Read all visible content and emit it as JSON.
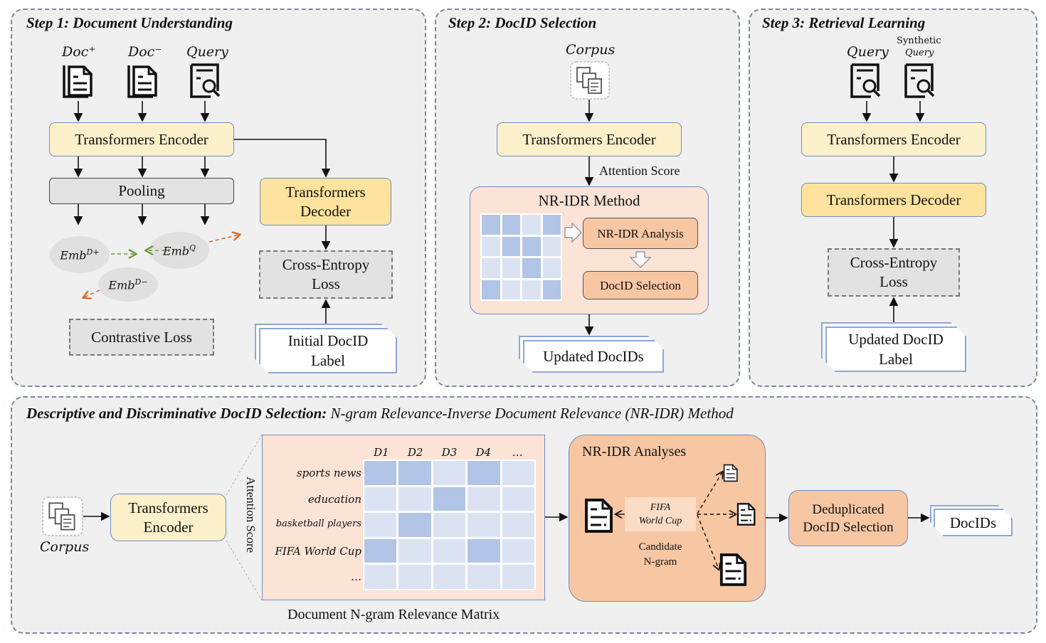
{
  "step1": {
    "title": "Step 1: Document Understanding",
    "inputs": [
      {
        "label": "Doc⁺",
        "icon": "document-icon"
      },
      {
        "label": "Doc⁻",
        "icon": "document-icon"
      },
      {
        "label": "Query",
        "icon": "query-search-icon"
      }
    ],
    "encoder": "Transformers Encoder",
    "pooling": "Pooling",
    "embeddings": {
      "pos": "Emb",
      "pos_sup": "D+",
      "q": "Emb",
      "q_sup": "Q",
      "neg": "Emb",
      "neg_sup": "D−"
    },
    "contrastive_loss": "Contrastive Loss",
    "decoder_line1": "Transformers",
    "decoder_line2": "Decoder",
    "ce_loss_line1": "Cross-Entropy",
    "ce_loss_line2": "Loss",
    "label_line1": "Initial DocID",
    "label_line2": "Label"
  },
  "step2": {
    "title": "Step 2: DocID Selection",
    "corpus": "Corpus",
    "encoder": "Transformers Encoder",
    "edge_label": "Attention Score",
    "method_title": "NR-IDR Method",
    "analysis": "NR-IDR Analysis",
    "selection": "DocID Selection",
    "output": "Updated DocIDs",
    "matrix": [
      [
        1,
        1,
        0,
        1
      ],
      [
        0,
        1,
        1,
        0
      ],
      [
        0,
        0,
        1,
        0
      ],
      [
        1,
        0,
        0,
        1
      ]
    ]
  },
  "step3": {
    "title": "Step 3: Retrieval Learning",
    "inputs": [
      {
        "label": "Query",
        "icon": "query-search-icon"
      },
      {
        "label_line1": "Synthetic",
        "label_line2": "Query",
        "icon": "query-search-icon"
      }
    ],
    "encoder": "Transformers Encoder",
    "decoder": "Transformers Decoder",
    "ce_loss_line1": "Cross-Entropy",
    "ce_loss_line2": "Loss",
    "label_line1": "Updated DocID",
    "label_line2": "Label"
  },
  "bottom": {
    "title_bold": "Descriptive and Discriminative DocID Selection:",
    "title_rest": " N-gram Relevance-Inverse Document Relevance (NR-IDR) Method",
    "corpus": "Corpus",
    "encoder_line1": "Transformers",
    "encoder_line2": "Encoder",
    "attention_label": "Attention Score",
    "matrix_caption": "Document N-gram Relevance Matrix",
    "columns": [
      "D1",
      "D2",
      "D3",
      "D4",
      "…"
    ],
    "rows": [
      "sports news",
      "education",
      "basketball players",
      "FIFA World Cup",
      "…"
    ],
    "matrix": [
      [
        1,
        1,
        0,
        1,
        0
      ],
      [
        0,
        0,
        1,
        0,
        0
      ],
      [
        0,
        1,
        0,
        0,
        0
      ],
      [
        1,
        0,
        0,
        1,
        0
      ],
      [
        0,
        0,
        0,
        0,
        0
      ]
    ],
    "analyses_title": "NR-IDR Analyses",
    "ngram_line1": "FIFA",
    "ngram_line2": "World Cup",
    "candidate_line1": "Candidate",
    "candidate_line2": "N-gram",
    "dedup_line1": "Deduplicated",
    "dedup_line2": "DocID Selection",
    "output": "DocIDs"
  },
  "colors": {
    "encoder": "#fdf1cc",
    "decoder": "#fde39e",
    "nr_idr": "#f7c6a3",
    "matrix_high": "#b2c5e6",
    "matrix_low": "#dbe3f3",
    "positive_arrow": "#6a9a3a",
    "negative_arrow": "#d9692a"
  }
}
